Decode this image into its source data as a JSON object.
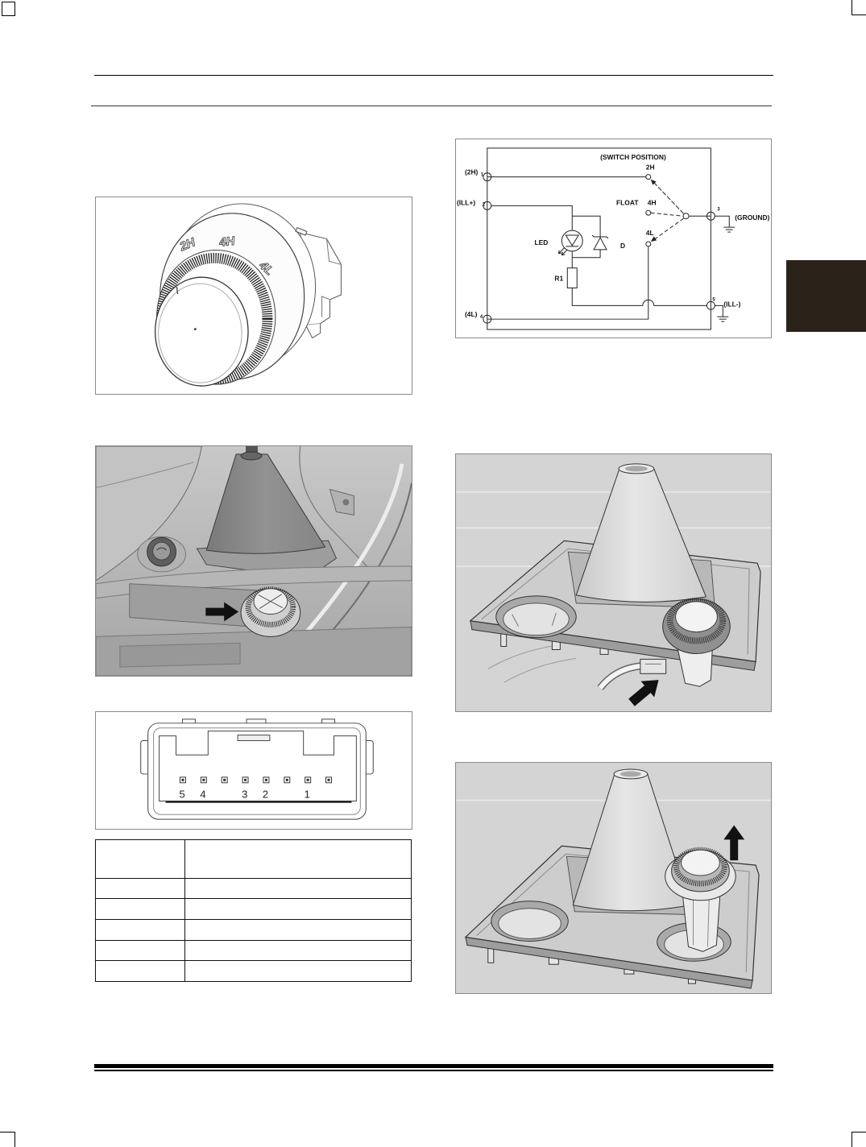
{
  "colors": {
    "section_tab": "#2b2219",
    "ink": "#000000"
  },
  "knob_figure": {
    "label_2h": "2H",
    "label_4h": "4H",
    "label_4l": "4L"
  },
  "circuit_diagram": {
    "switch_position": "(SWITCH POSITION)",
    "pos_2h": "2H",
    "pos_float": "FLOAT",
    "pos_4h": "4H",
    "pos_4l": "4L",
    "pin1_name": "(2H)",
    "pin1": "1",
    "pin2_name": "(ILL+)",
    "pin2": "2",
    "pin3": "3",
    "pin3_name": "(GROUND)",
    "pin4_name": "(4L)",
    "pin4": "4",
    "pin5": "5",
    "pin5_name": "(ILL-)",
    "led": "LED",
    "diode": "D",
    "resistor": "R1"
  },
  "connector_figure": {
    "pins": [
      "5",
      "4",
      "3",
      "2",
      "1"
    ]
  }
}
